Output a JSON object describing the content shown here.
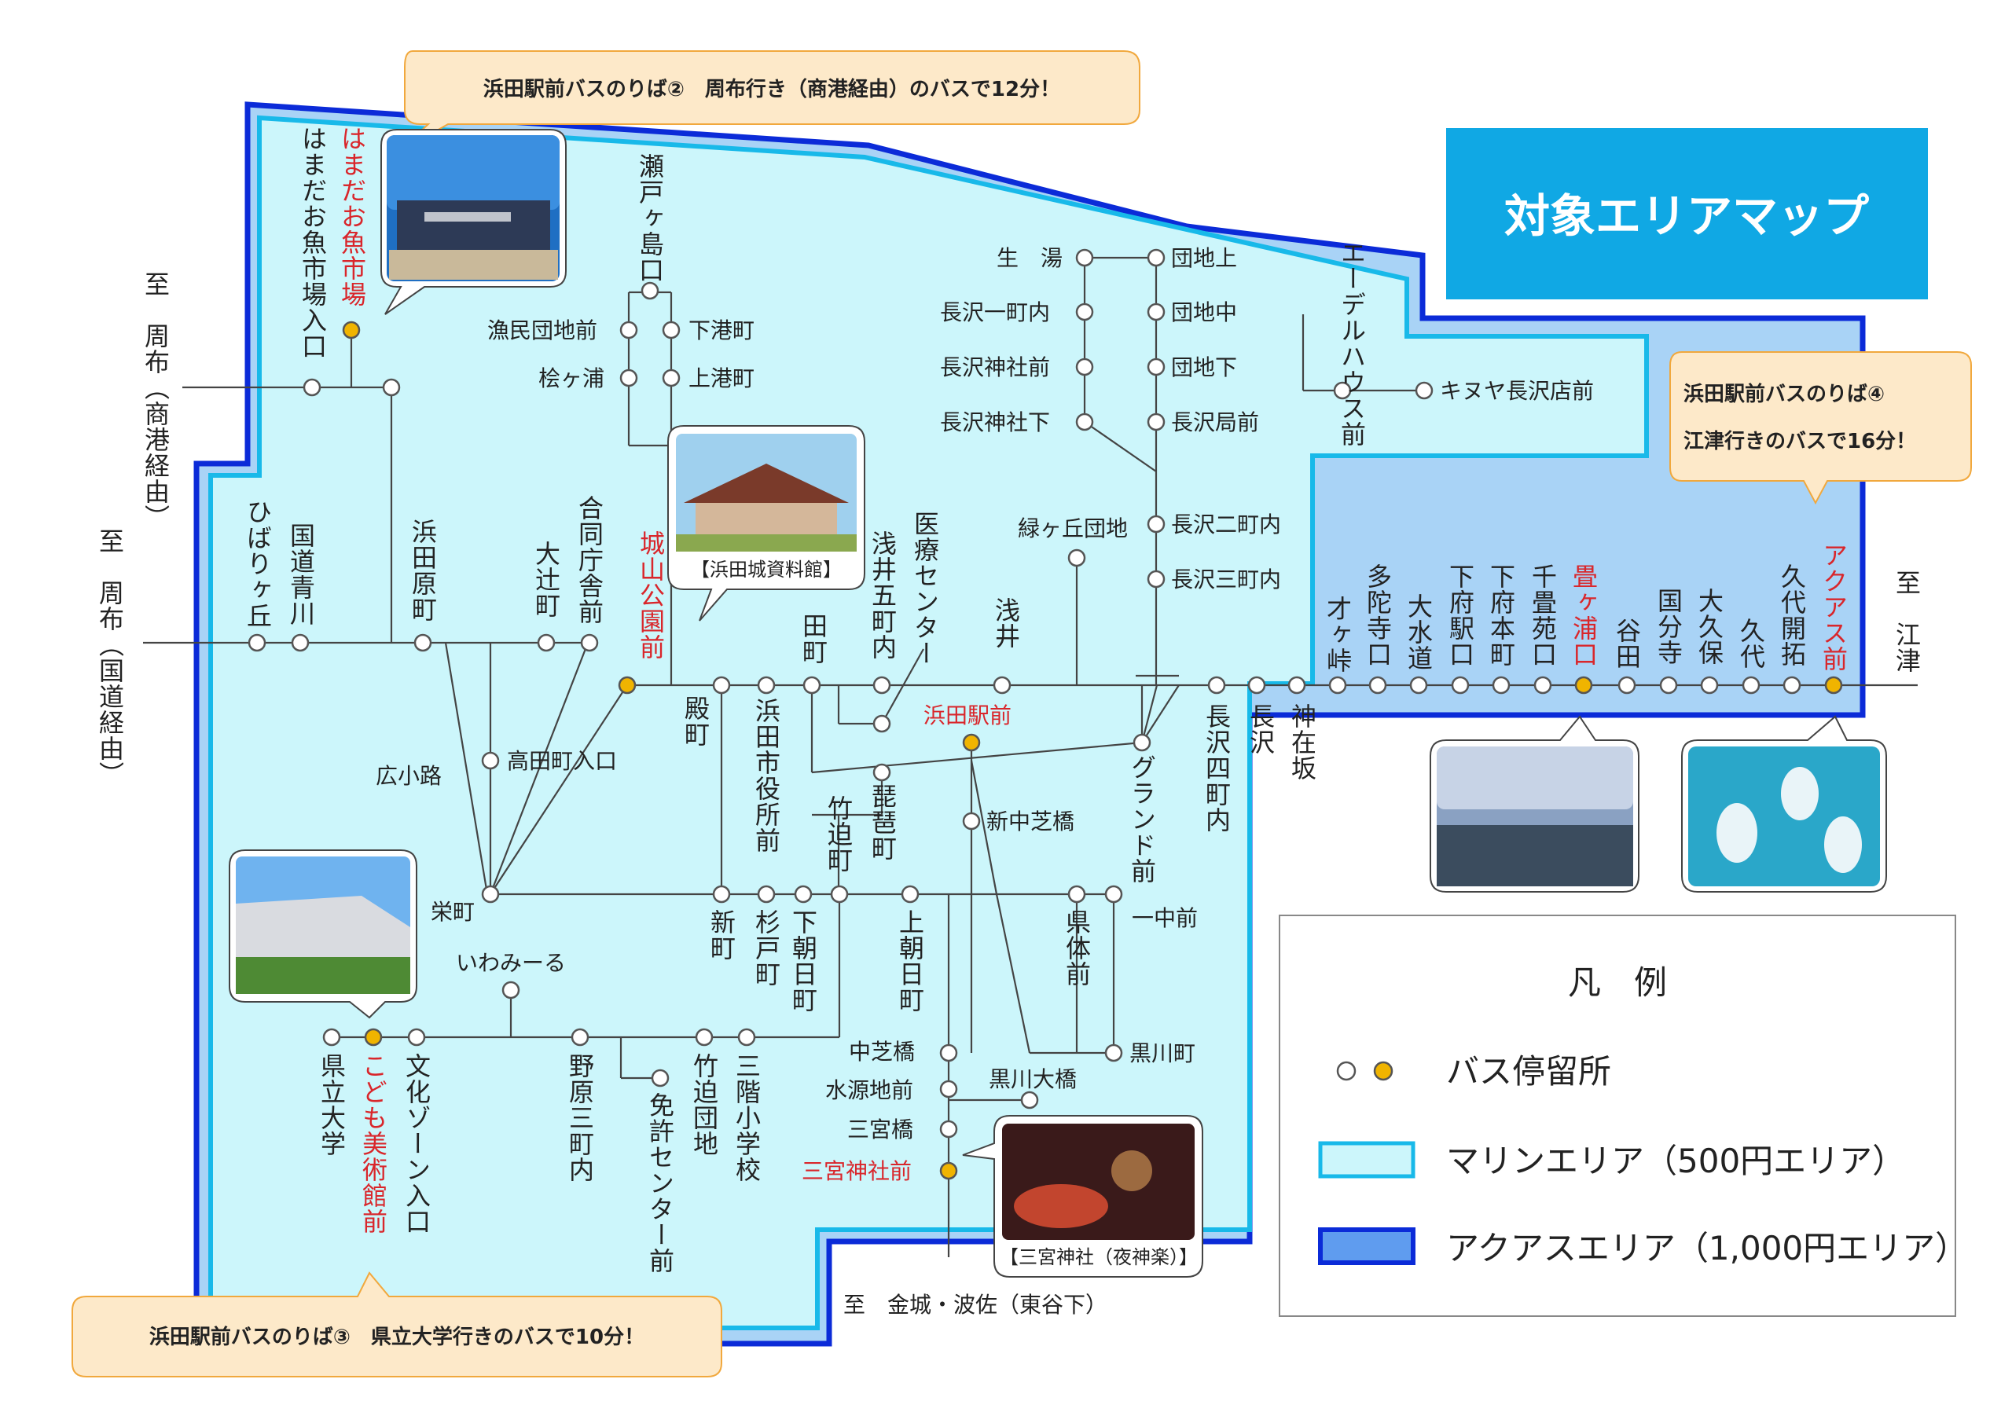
{
  "title": "対象エリアマップ",
  "colors": {
    "marine_fill": "#ccf6fb",
    "marine_border": "#18b9e9",
    "aquas_fill": "#a9d3f6",
    "aquas_border": "#0b2bd8",
    "stop_yellow": "#f0b400",
    "highlight_red": "#d9262b",
    "title_bg": "#10a8e4"
  },
  "callouts": {
    "top": "浜田駅前バスのりば②　周布行き（商港経由）のバスで12分！",
    "right_line1": "浜田駅前バスのりば④",
    "right_line2": "江津行きのバスで16分！",
    "bottom": "浜田駅前バスのりば③　県立大学行きのバスで10分！"
  },
  "photo_captions": {
    "castle": "【浜田城資料館】",
    "shrine": "【三宮神社（夜神楽）】"
  },
  "destinations": {
    "suhu_shoko": "至　周布（商港経由）",
    "suhu_kokudo": "至　周布（国道経由）",
    "gotsu": "至　江津",
    "kanagi": "至　金城・波佐（東谷下）"
  },
  "stops": {
    "hamada_sakana": "はまだお魚市場",
    "hamada_sakana_iriguchi": "はまだお魚市場入口",
    "setogashima": "瀬戸ヶ島口",
    "gyomin": "漁民団地前",
    "shimominato": "下港町",
    "kasegaura": "桧ヶ浦",
    "kamiminato": "上港町",
    "hibarigaoka": "ひばりヶ丘",
    "kokudo_aokawa": "国道青川",
    "hamada_hara": "浜田原町",
    "otsuji": "大辻町",
    "godo": "合同庁舎前",
    "shiroyama": "城山公園前",
    "tono": "殿町",
    "shiyakusho": "浜田市役所前",
    "tamachi": "田町",
    "asai5": "浅井五町内",
    "iryo": "医療センター",
    "asai": "浅井",
    "hamada_eki": "浜田駅前",
    "hirokoji": "広小路",
    "takada": "高田町入口",
    "biwa": "琵琶町",
    "takesako": "竹迫町",
    "shin_nakashiba": "新中芝橋",
    "grand": "グランド前",
    "sakae": "栄町",
    "shinmachi": "新町",
    "sugito": "杉戸町",
    "shimoasahi": "下朝日町",
    "kamiasahi": "上朝日町",
    "kentai": "県体前",
    "icchu": "一中前",
    "iwami": "いわみーる",
    "kenritsu": "県立大学",
    "kodomo": "こども美術館前",
    "bunka": "文化ゾーン入口",
    "nohara": "野原三町内",
    "menkyo": "免許センター前",
    "takesako_danchi": "竹迫団地",
    "mikai": "三階小学校",
    "nakashiba": "中芝橋",
    "suigen": "水源地前",
    "sannomiya_bashi": "三宮橋",
    "sannomiya_jinja": "三宮神社前",
    "kurokawa_ohashi": "黒川大橋",
    "kurokawa": "黒川町",
    "ikuyu": "生　湯",
    "nagasawa1": "長沢一町内",
    "nagasawa_jinja_mae": "長沢神社前",
    "nagasawa_jinja_shita": "長沢神社下",
    "danchi_ue": "団地上",
    "danchi_naka": "団地中",
    "danchi_shita": "団地下",
    "nagasawa_kyoku": "長沢局前",
    "midorigaoka": "緑ヶ丘団地",
    "nagasawa2": "長沢二町内",
    "nagasawa3": "長沢三町内",
    "nagasawa4": "長沢四町内",
    "edel": "エーデルハウス前",
    "kinuya": "キヌヤ長沢店前",
    "nagasawa": "長沢",
    "kamizaisaka": "神在坂",
    "saigatoge": "才ヶ峠",
    "tadaji": "多陀寺口",
    "ozuido": "大水道",
    "shimofueki": "下府駅口",
    "shimofuhon": "下府本町",
    "chitatami": "千畳苑口",
    "tatamigaura": "畳ヶ浦口",
    "tanida": "谷田",
    "kokubunji": "国分寺",
    "okubo": "大久保",
    "kushiro": "久代",
    "kushiro_kaitaku": "久代開拓",
    "aquas": "アクアス前"
  },
  "legend": {
    "title": "凡　例",
    "stop": "バス停留所",
    "marine": "マリンエリア（500円エリア）",
    "aquas": "アクアスエリア（1,000円エリア）"
  }
}
